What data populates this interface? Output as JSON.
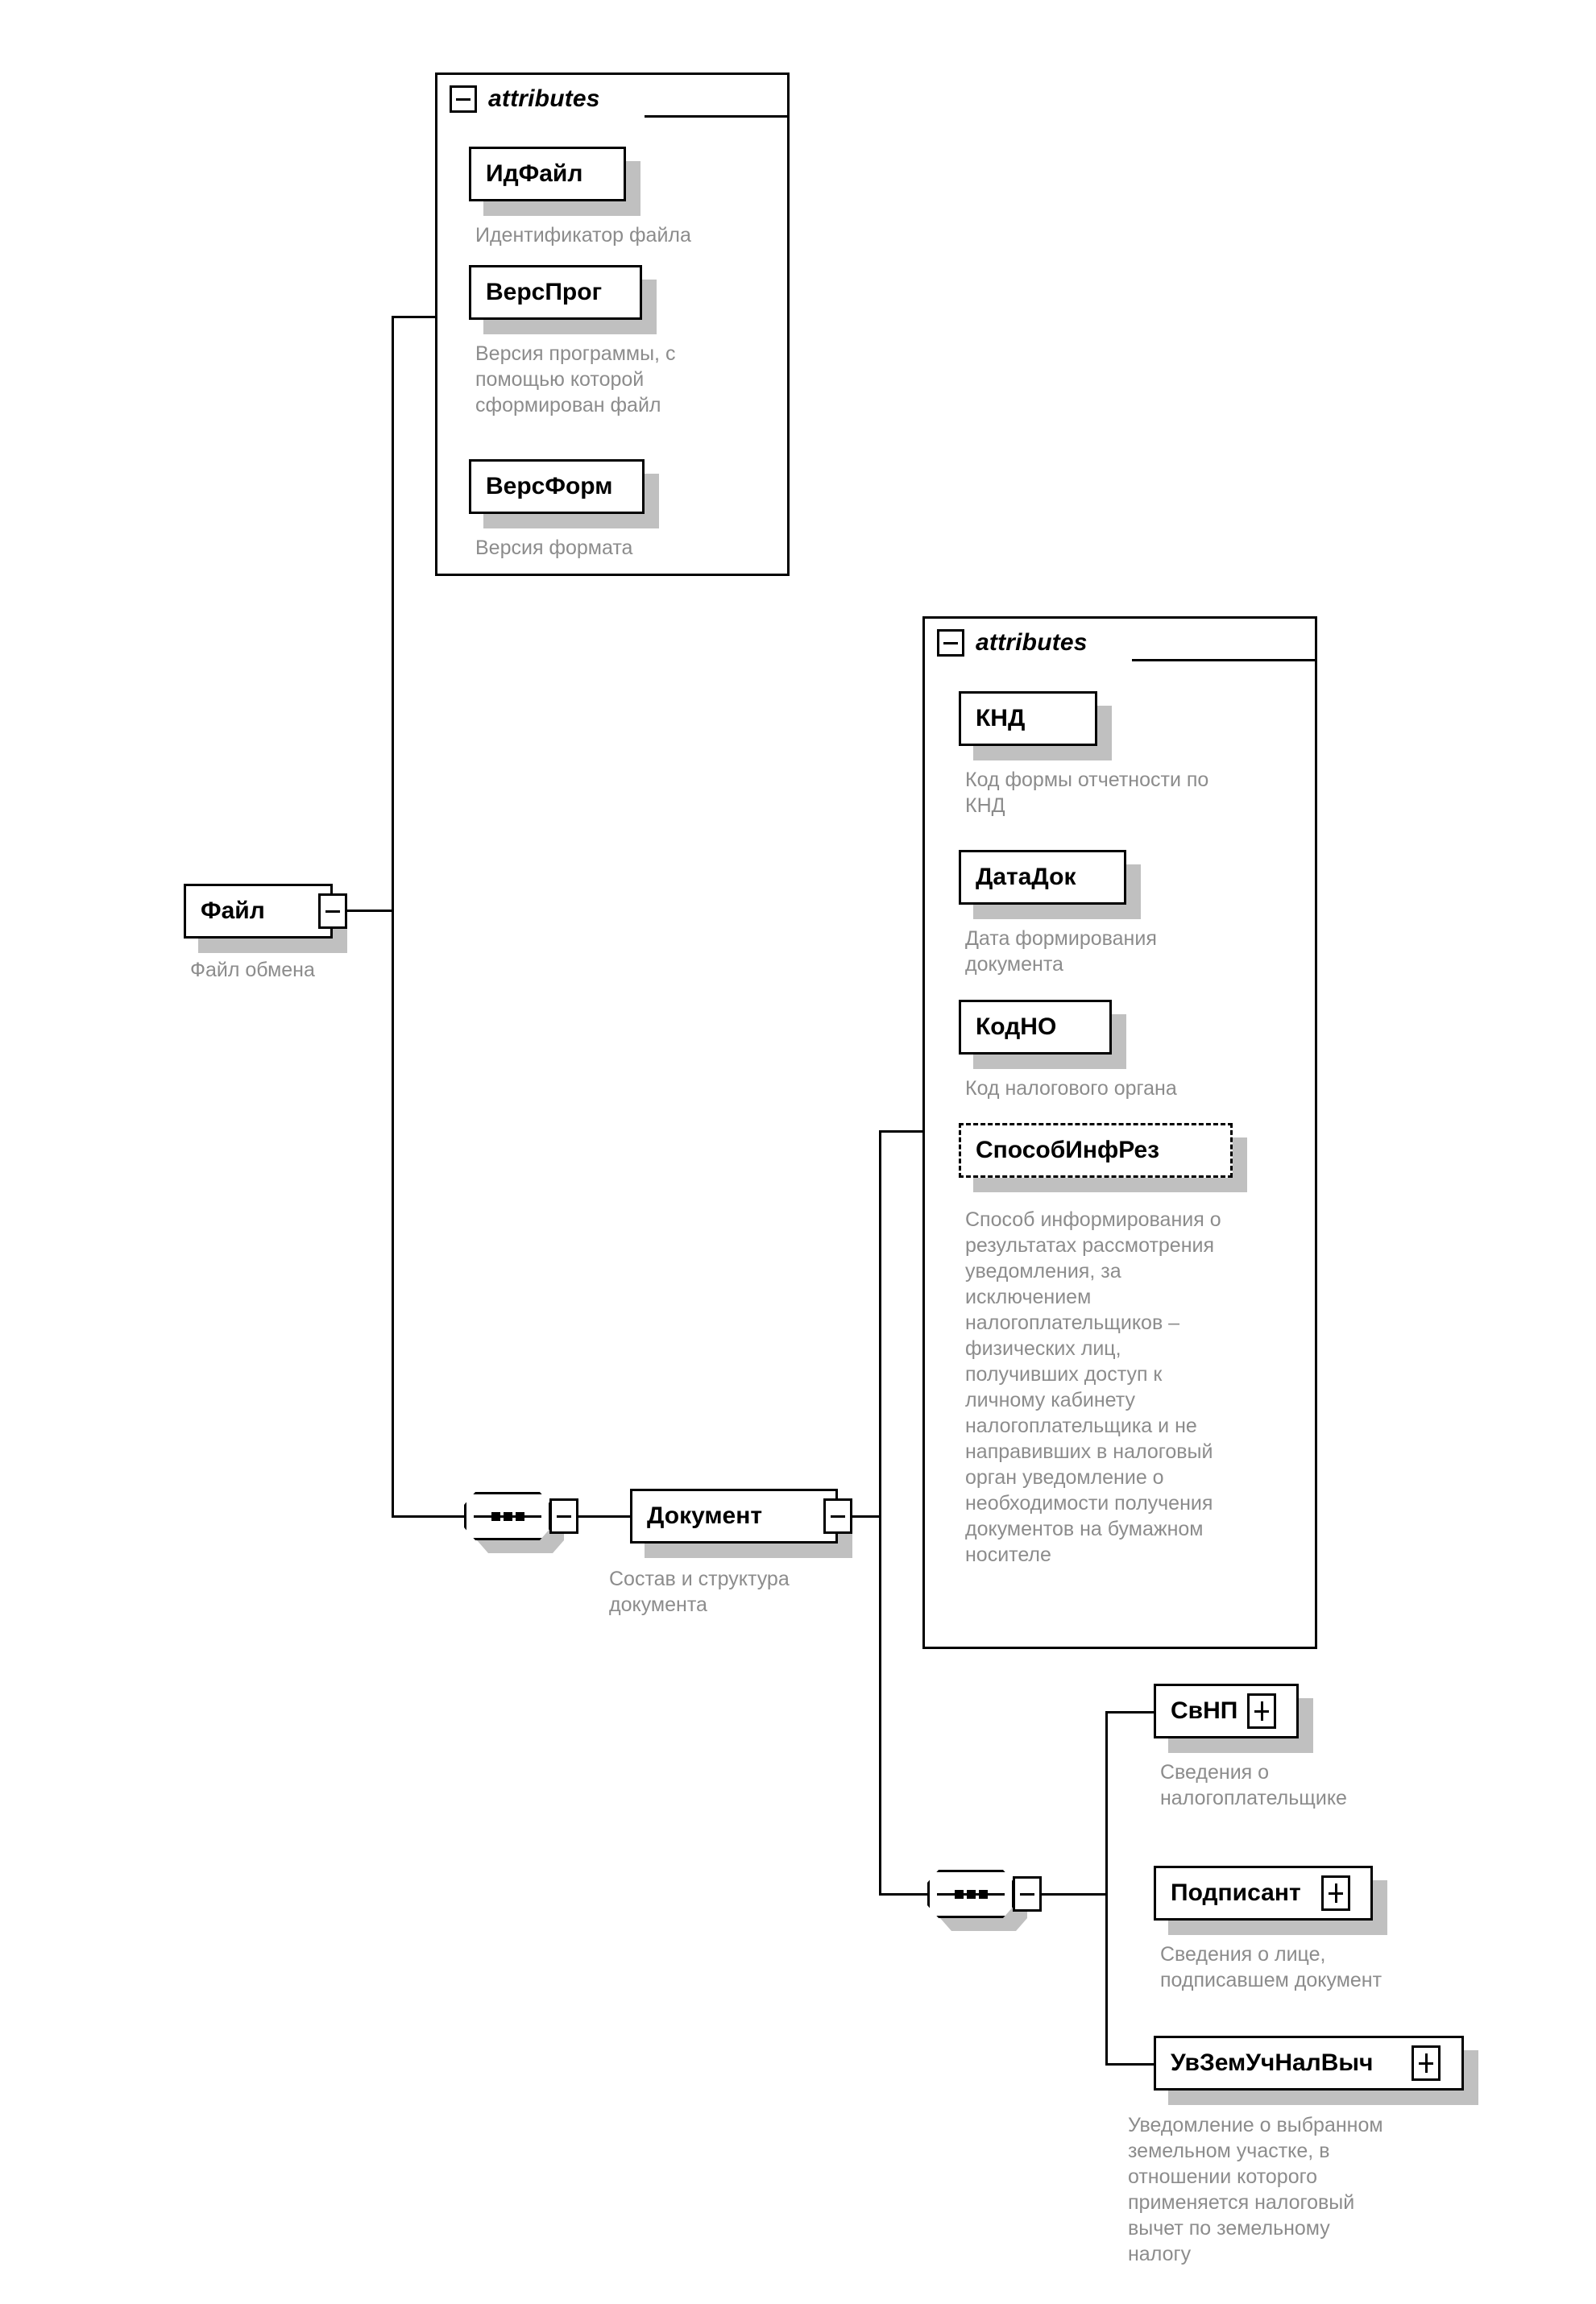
{
  "diagram": {
    "type": "xsd-schema-tree",
    "root": {
      "name": "Файл",
      "doc": "Файл обмена",
      "expander": "minus"
    },
    "file_attributes": {
      "header": "attributes",
      "expander": "minus",
      "items": [
        {
          "name": "ИдФайл",
          "doc": "Идентификатор файла",
          "optional": false
        },
        {
          "name": "ВерсПрог",
          "doc": "Версия программы, с\nпомощью которой\nсформирован файл",
          "optional": false
        },
        {
          "name": "ВерсФорм",
          "doc": "Версия формата",
          "optional": false
        }
      ]
    },
    "document": {
      "name": "Документ",
      "doc": "Состав и структура\nдокумента",
      "expander": "minus",
      "sequence_icon": "sequence-connector"
    },
    "document_attributes": {
      "header": "attributes",
      "expander": "minus",
      "items": [
        {
          "name": "КНД",
          "doc": "Код формы отчетности по\nКНД",
          "optional": false
        },
        {
          "name": "ДатаДок",
          "doc": "Дата формирования\nдокумента",
          "optional": false
        },
        {
          "name": "КодНО",
          "doc": "Код налогового органа",
          "optional": false
        },
        {
          "name": "СпособИнфРез",
          "doc": "Способ информирования о\nрезультатах рассмотрения\nуведомления, за\nисключением\nналогоплательщиков –\nфизических лиц,\nполучивших доступ к\nличному кабинету\nналогоплательщика и не\nнаправивших в налоговый\nорган уведомление о\nнеобходимости получения\nдокументов на бумажном\nносителе",
          "optional": true
        }
      ]
    },
    "document_children": {
      "sequence_icon": "sequence-connector",
      "expander": "minus",
      "items": [
        {
          "name": "СвНП",
          "doc": "Сведения о\nналогоплательщике",
          "expander": "plus"
        },
        {
          "name": "Подписант",
          "doc": "Сведения о лице,\nподписавшем документ",
          "expander": "plus"
        },
        {
          "name": "УвЗемУчНалВыч",
          "doc": "Уведомление о выбранном\nземельном участке, в\nотношении которого\nприменяется налоговый\nвычет по земельному\nналогу",
          "expander": "plus"
        }
      ]
    },
    "colors": {
      "line": "#000000",
      "doc_text": "#8c8c8c",
      "shadow": "#c0c0c0",
      "background": "#ffffff"
    }
  }
}
